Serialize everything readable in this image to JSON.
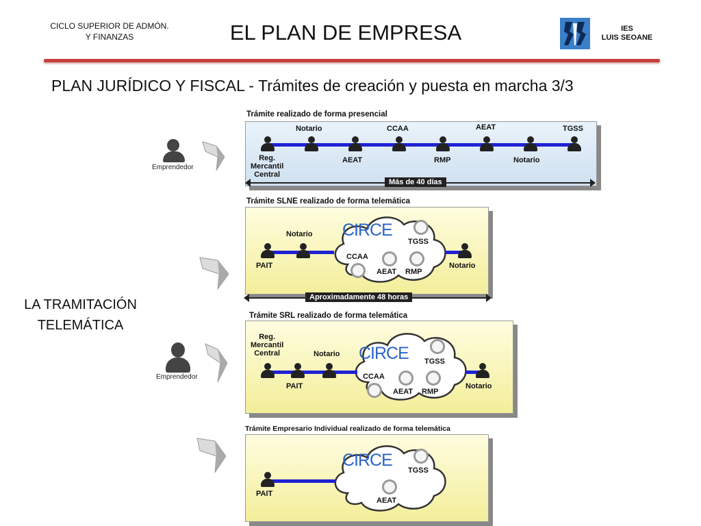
{
  "header": {
    "left_line1": "CICLO SUPERIOR DE ADMÓN.",
    "left_line2": "Y FINANZAS",
    "title": "EL PLAN DE EMPRESA",
    "logo_line1": "IES",
    "logo_line2": "LUIS SEOANE"
  },
  "subtitle": "PLAN JURÍDICO Y FISCAL  -  Trámites de creación y puesta en marcha  3/3",
  "left_label": {
    "line1": "LA TRAMITACIÓN",
    "line2": "TELEMÁTICA"
  },
  "left_figures": {
    "top_caption": "Emprendedor",
    "bottom_caption": "Emprendedor"
  },
  "sections": {
    "presencial": {
      "title": "Trámite realizado de forma presencial",
      "labels_top": [
        "Notario",
        "CCAA",
        "AEAT",
        "TGSS"
      ],
      "labels_bottom": [
        "Reg.",
        "Mercantil",
        "Central",
        "AEAT",
        "RMP",
        "Notario"
      ],
      "duration": "Más de 40 días"
    },
    "slne": {
      "title": "Trámite SLNE realizado de forma telemática",
      "start_label": "PAIT",
      "notario_label": "Notario",
      "end_label": "Notario",
      "circe": "CIRCE",
      "nodes": [
        "TGSS",
        "CCAA",
        "AEAT",
        "RMP"
      ],
      "duration": "Aproximadamente 48 horas"
    },
    "srl": {
      "title": "Trámite SRL realizado de forma telemática",
      "reg_line1": "Reg.",
      "reg_line2": "Mercantil",
      "reg_line3": "Central",
      "notario_label": "Notario",
      "pait_label": "PAIT",
      "end_label": "Notario",
      "circe": "CIRCE",
      "nodes": [
        "TGSS",
        "CCAA",
        "AEAT",
        "RMP"
      ]
    },
    "individual": {
      "title": "Trámite Empresario Individual realizado de forma telemática",
      "start_label": "PAIT",
      "circe": "CIRCE",
      "nodes": [
        "TGSS",
        "AEAT"
      ]
    }
  },
  "colors": {
    "rule": "#c8403a",
    "line": "#1f22d4",
    "circe": "#2a64c8"
  }
}
